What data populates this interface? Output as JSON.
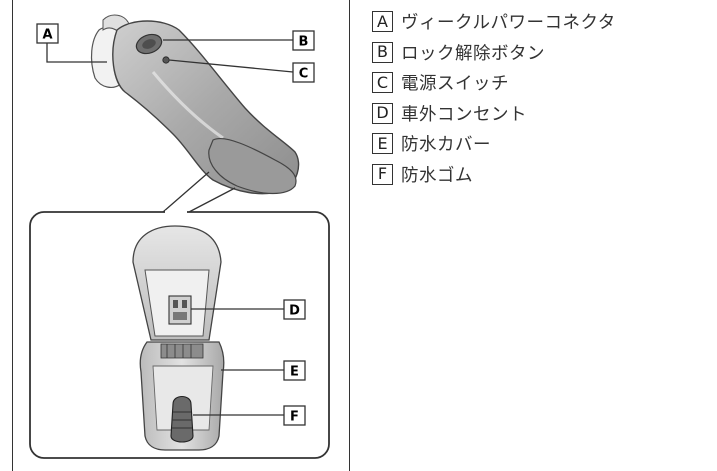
{
  "callouts": [
    {
      "letter": "A"
    },
    {
      "letter": "B"
    },
    {
      "letter": "C"
    },
    {
      "letter": "D"
    },
    {
      "letter": "E"
    },
    {
      "letter": "F"
    }
  ],
  "legend": [
    {
      "letter": "A",
      "text": "ヴィークルパワーコネクタ"
    },
    {
      "letter": "B",
      "text": "ロック解除ボタン"
    },
    {
      "letter": "C",
      "text": "電源スイッチ"
    },
    {
      "letter": "D",
      "text": "車外コンセント"
    },
    {
      "letter": "E",
      "text": "防水カバー"
    },
    {
      "letter": "F",
      "text": "防水ゴム"
    }
  ]
}
